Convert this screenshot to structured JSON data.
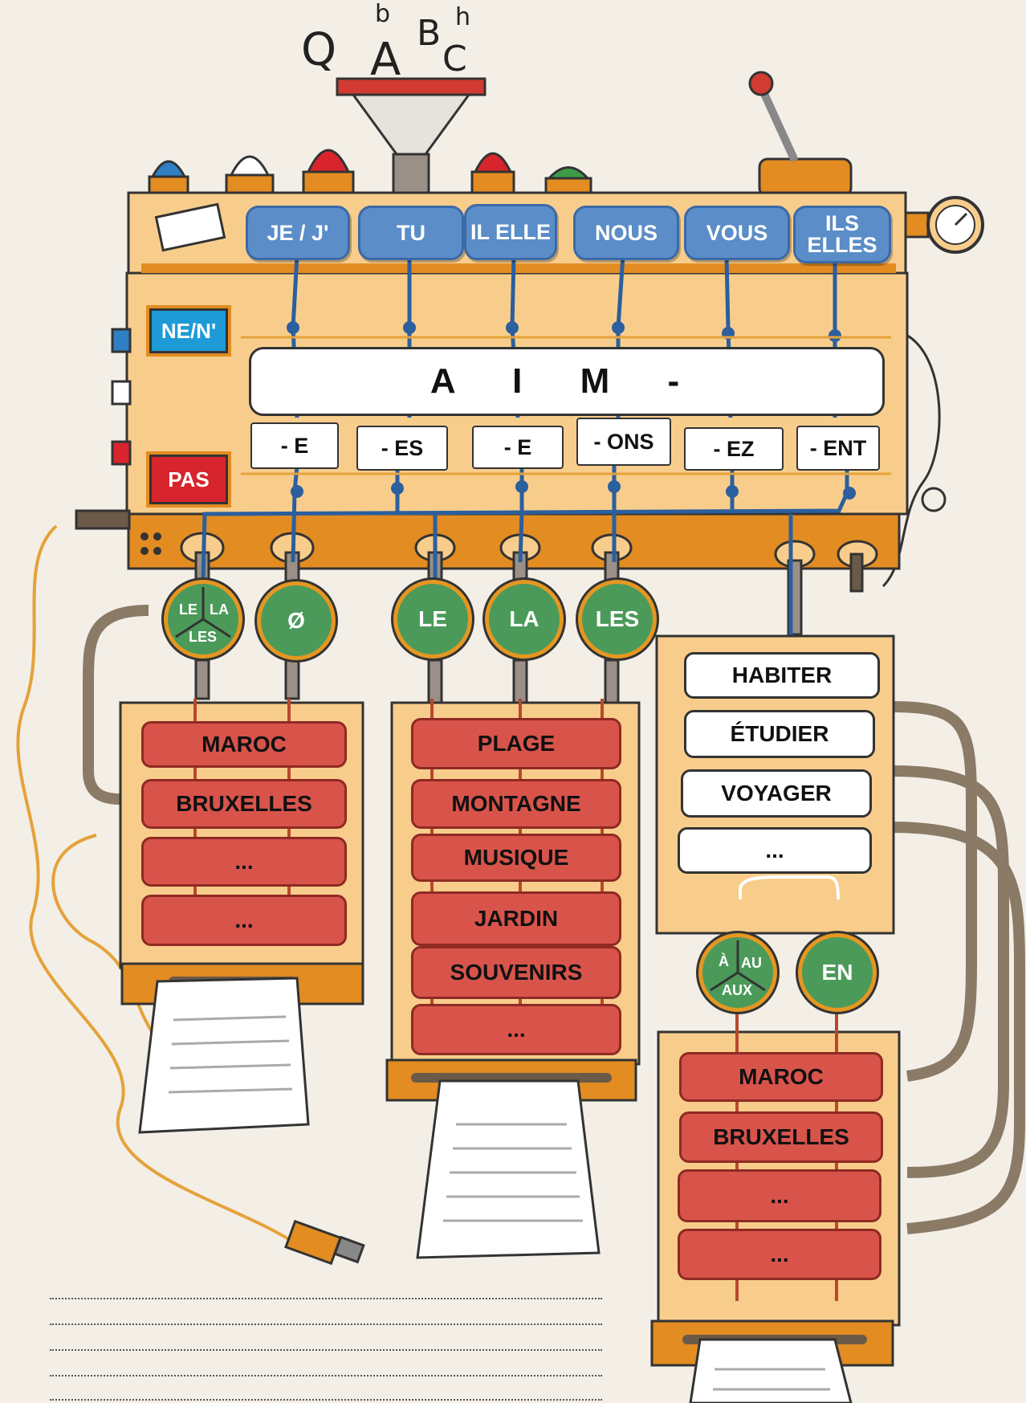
{
  "funnel_letters": [
    "Q",
    "A",
    "B",
    "C",
    "b",
    "h"
  ],
  "pronouns": [
    "JE / J'",
    "TU",
    "IL ELLE",
    "NOUS",
    "VOUS",
    "ILS ELLES"
  ],
  "negation": {
    "ne": "NE/N'",
    "pas": "PAS"
  },
  "stem": "A I M -",
  "endings": [
    "- E",
    "- ES",
    "- E",
    "- ONS",
    "- EZ",
    "- ENT"
  ],
  "articles_left": {
    "split": [
      "LE",
      "LA",
      "LES"
    ],
    "none": "Ø"
  },
  "articles_middle": [
    "LE",
    "LA",
    "LES"
  ],
  "prepositions": {
    "split": [
      "À",
      "AU",
      "AUX"
    ],
    "en": "EN"
  },
  "list_places": [
    "MAROC",
    "BRUXELLES",
    "...",
    "..."
  ],
  "list_things": [
    "PLAGE",
    "MONTAGNE",
    "MUSIQUE",
    "JARDIN",
    "SOUVENIRS",
    "..."
  ],
  "verbs": [
    "HABITER",
    "ÉTUDIER",
    "VOYAGER",
    "..."
  ],
  "list_places_2": [
    "MAROC",
    "BRUXELLES",
    "...",
    "..."
  ],
  "colors": {
    "machine": "#f8cd8c",
    "base": "#e28c22",
    "pill": "#5b8dc8",
    "dial": "#4b9a5a",
    "row": "#d8544b"
  }
}
